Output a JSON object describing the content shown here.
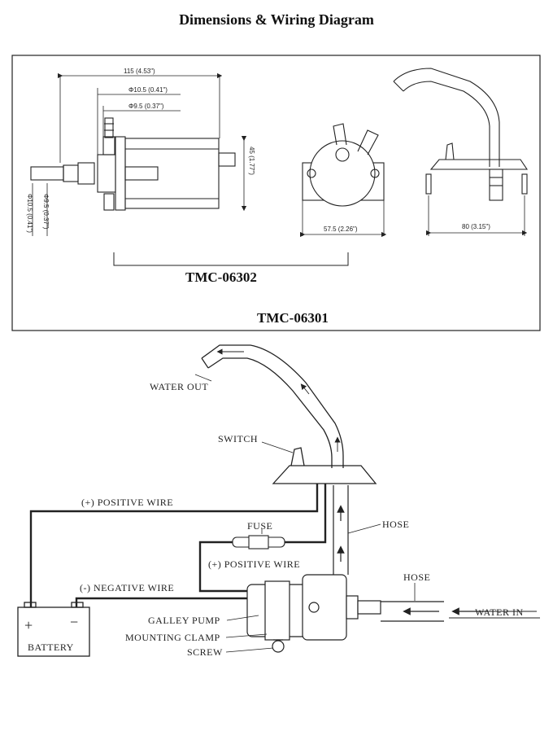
{
  "title": "Dimensions & Wiring Diagram",
  "dimensions": {
    "length": "115 (4.53\")",
    "d1": "Φ10.5 (0.41\")",
    "d2": "Φ9.5 (0.37\")",
    "height": "45 (1.77\")",
    "left_d1": "Φ10.5 (0.41\")",
    "left_d2": "Φ9.5 (0.37\")",
    "width_front": "57.5 (2.26\")",
    "width_faucet": "80 (3.15\")"
  },
  "models": {
    "inner": "TMC-06302",
    "outer": "TMC-06301"
  },
  "labels": {
    "water_out": "WATER OUT",
    "switch": "SWITCH",
    "positive_wire_top": "(+) POSITIVE WIRE",
    "fuse": "FUSE",
    "hose_top": "HOSE",
    "positive_wire_mid": "(+) POSITIVE WIRE",
    "negative_wire": "(-) NEGATIVE WIRE",
    "hose_right": "HOSE",
    "water_in": "WATER IN",
    "galley_pump": "GALLEY PUMP",
    "mounting_clamp": "MOUNTING CLAMP",
    "screw": "SCREW",
    "battery": "BATTERY",
    "plus": "+",
    "minus": "−"
  }
}
